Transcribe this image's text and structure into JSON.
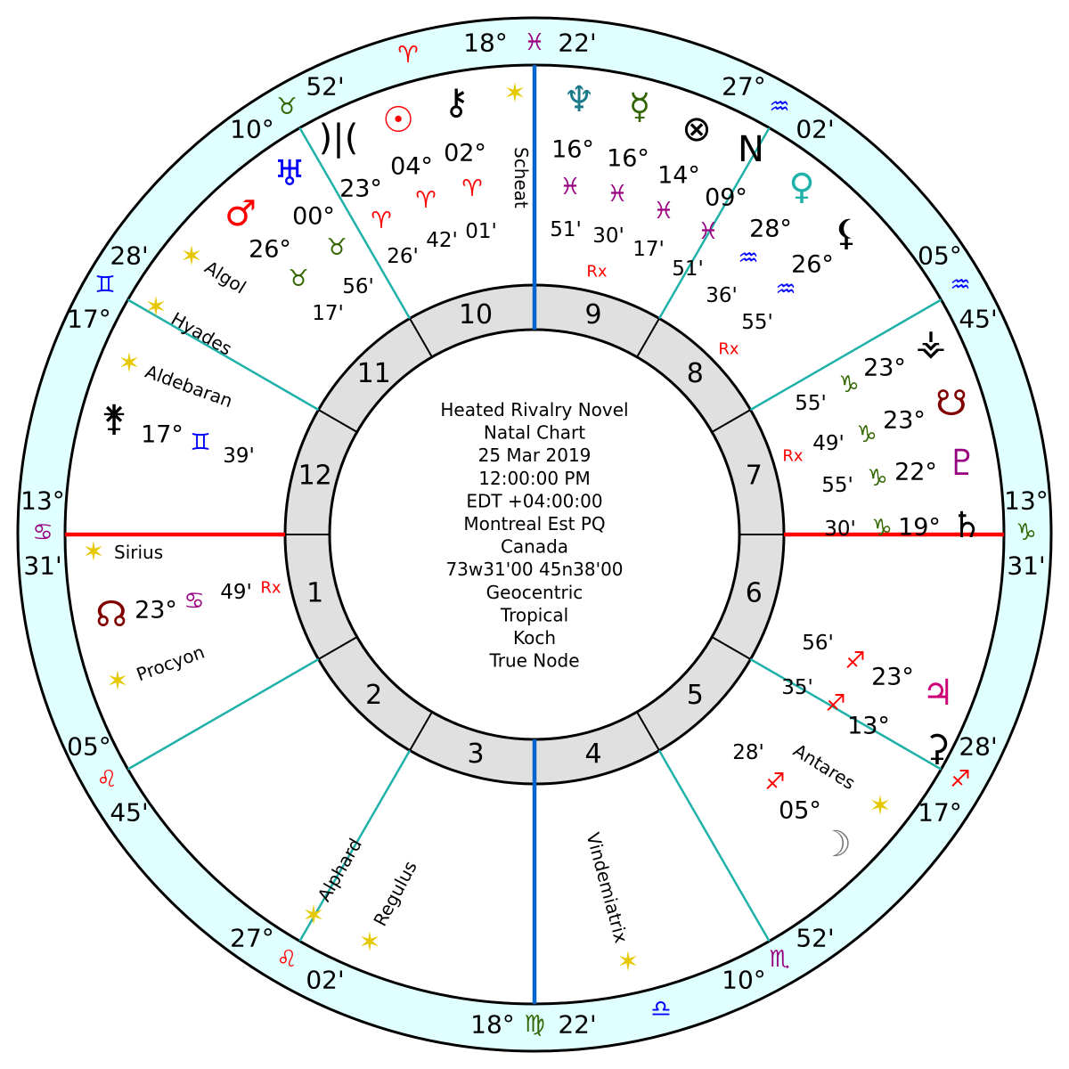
{
  "center": {
    "lines": [
      "Heated Rivalry Novel",
      "Natal Chart",
      "25 Mar 2019",
      "12:00:00 PM",
      "EDT +04:00:00",
      "Montreal Est PQ",
      "Canada",
      "73w31'00 45n38'00",
      "Geocentric",
      "Tropical",
      "Koch",
      "True Node"
    ]
  },
  "houses": [
    "1",
    "2",
    "3",
    "4",
    "5",
    "6",
    "7",
    "8",
    "9",
    "10",
    "11",
    "12"
  ],
  "cusps": {
    "mc": {
      "deg": "18°",
      "sign": "♓",
      "min": "22'"
    },
    "ic": {
      "deg": "18°",
      "sign": "♍",
      "min": "22'"
    },
    "asc": {
      "deg": "13°",
      "sign": "♋",
      "min": "31'"
    },
    "dsc": {
      "deg": "13°",
      "sign": "♑",
      "min": "31'"
    },
    "c11": {
      "deg": "10°",
      "sign": "♉",
      "min": "52'"
    },
    "c12": {
      "deg": "17°",
      "sign": "♊",
      "min": "28'"
    },
    "c2": {
      "deg": "05°",
      "sign": "♌",
      "min": "45'"
    },
    "c3": {
      "deg": "27°",
      "sign": "♌",
      "min": "02'"
    },
    "c5": {
      "deg": "10°",
      "sign": "♏",
      "min": "52'"
    },
    "c6": {
      "deg": "17°",
      "sign": "♐",
      "min": "28'"
    },
    "c8": {
      "deg": "05°",
      "sign": "♒",
      "min": "45'"
    },
    "c9": {
      "deg": "27°",
      "sign": "♒",
      "min": "02'"
    },
    "intercepted": [
      "♈",
      "♎"
    ]
  },
  "planets": {
    "vertex": {
      "glyph": ")|(",
      "deg": "23°",
      "sign": "♈",
      "min": "26'"
    },
    "sun": {
      "glyph": "☉",
      "deg": "04°",
      "sign": "♈",
      "min": "42'"
    },
    "chiron": {
      "glyph": "⚷",
      "deg": "02°",
      "sign": "♈",
      "min": "01'"
    },
    "uranus": {
      "glyph": "♅",
      "deg": "00°",
      "sign": "♉",
      "min": "56'"
    },
    "mars": {
      "glyph": "♂",
      "deg": "26°",
      "sign": "♉",
      "min": "17'"
    },
    "neptune": {
      "glyph": "♆",
      "deg": "16°",
      "sign": "♓",
      "min": "51'"
    },
    "mercury": {
      "glyph": "☿",
      "deg": "16°",
      "sign": "♓",
      "min": "30'",
      "rx": "Rx"
    },
    "fortune": {
      "glyph": "⊗",
      "deg": "14°",
      "sign": "♓",
      "min": "17'"
    },
    "npoint": {
      "glyph": "N",
      "deg": "09°",
      "sign": "♓",
      "min": "51'"
    },
    "venus": {
      "glyph": "♀",
      "deg": "28°",
      "sign": "♒",
      "min": "36'"
    },
    "lilith": {
      "glyph": "⚸",
      "deg": "26°",
      "sign": "♒",
      "min": "55'",
      "rx": "Rx"
    },
    "vesta": {
      "glyph": "⚶",
      "deg": "23°",
      "sign": "♑",
      "min": "55'"
    },
    "south_node": {
      "glyph": "☋",
      "deg": "23°",
      "sign": "♑",
      "min": "49'",
      "rx": "Rx"
    },
    "pluto": {
      "glyph": "♇",
      "deg": "22°",
      "sign": "♑",
      "min": "55'"
    },
    "saturn": {
      "glyph": "♄",
      "deg": "19°",
      "sign": "♑",
      "min": "30'"
    },
    "jupiter": {
      "glyph": "♃",
      "deg": "23°",
      "sign": "♐",
      "min": "56'"
    },
    "ceres": {
      "glyph": "⚳",
      "deg": "13°",
      "sign": "♐",
      "min": "35'"
    },
    "moon": {
      "glyph": "☽",
      "deg": "05°",
      "sign": "♐",
      "min": "28'"
    },
    "juno": {
      "glyph": "⚵",
      "deg": "17°",
      "sign": "♊",
      "min": "39'"
    },
    "north_node": {
      "glyph": "☊",
      "deg": "23°",
      "sign": "♋",
      "min": "49'",
      "rx": "Rx"
    }
  },
  "stars": {
    "glyph": "✶",
    "names": [
      "Scheat",
      "Algol",
      "Hyades",
      "Aldebaran",
      "Sirius",
      "Procyon",
      "Alphard",
      "Regulus",
      "Vindemiatrix",
      "Antares"
    ]
  },
  "colors": {
    "band": "#e0ffff",
    "ring": "#e0e0e0",
    "cusp": "#20b2aa",
    "asc": "#ff0000",
    "mc": "#0066cc"
  }
}
